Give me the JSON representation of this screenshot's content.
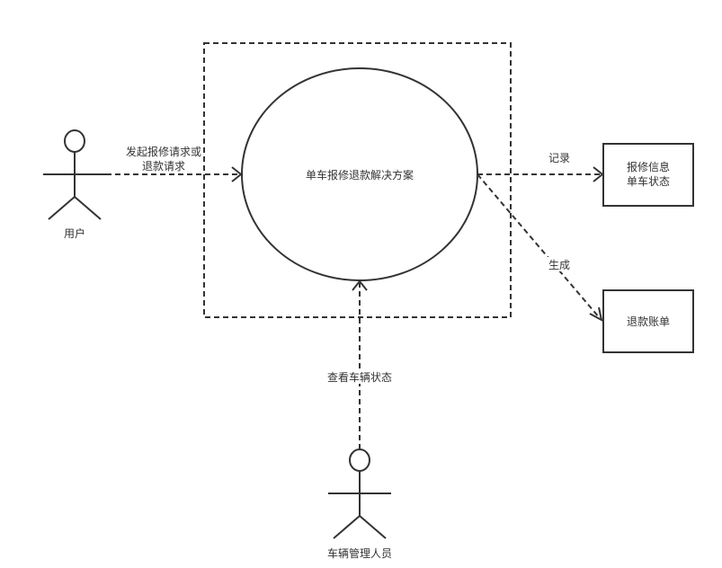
{
  "diagram": {
    "system_boundary": "",
    "use_case": "单车报修退款解决方案",
    "actors": {
      "user": "用户",
      "admin": "车辆管理人员"
    },
    "boxes": {
      "repair_info": [
        "报修信息",
        "单车状态"
      ],
      "refund_bill": "退款账单"
    },
    "edges": {
      "user_request": [
        "发起报修请求或",
        "退款请求"
      ],
      "record": "记录",
      "generate": "生成",
      "check_status": "查看车辆状态"
    }
  },
  "colors": {
    "stroke": "#333333",
    "background": "#ffffff"
  }
}
